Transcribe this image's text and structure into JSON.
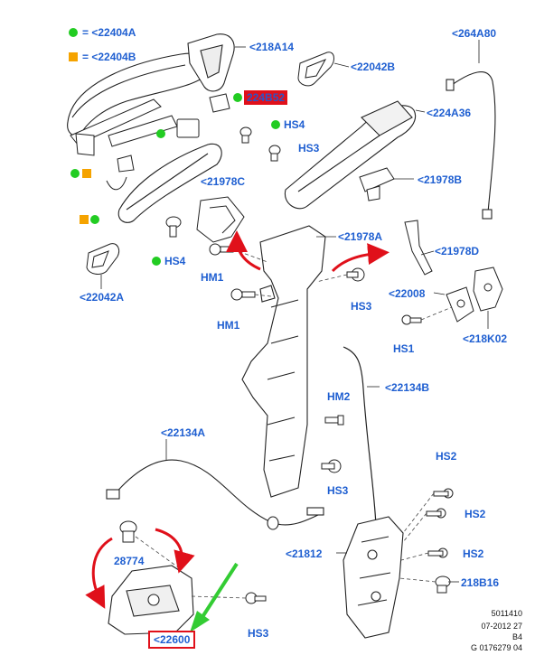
{
  "legend": {
    "green_label": "= <22404A",
    "orange_label": "= <22404B",
    "green_color": "#22cc22",
    "orange_color": "#f5a300"
  },
  "labels": {
    "l_218A14": "<218A14",
    "l_22042B": "<22042B",
    "l_264A80": "<264A80",
    "l_224B52": "224B52",
    "l_224A36": "<224A36",
    "l_HS4_top": "HS4",
    "l_HS3_top": "HS3",
    "l_21978C": "<21978C",
    "l_21978B": "<21978B",
    "l_HS4_left": "HS4",
    "l_21978A": "<21978A",
    "l_21978D": "<21978D",
    "l_22042A": "<22042A",
    "l_HM1_a": "HM1",
    "l_HM1_b": "HM1",
    "l_22008": "<22008",
    "l_HS3_mid": "HS3",
    "l_HS1": "HS1",
    "l_218K02": "<218K02",
    "l_22134B": "<22134B",
    "l_HM2": "HM2",
    "l_22134A": "<22134A",
    "l_HS3_low": "HS3",
    "l_HS2_a": "HS2",
    "l_HS2_b": "HS2",
    "l_HS2_c": "HS2",
    "l_28774": "28774",
    "l_21812": "<21812",
    "l_218B16": "218B16",
    "l_HS3_bottom": "HS3",
    "l_22600": "<22600"
  },
  "footer": {
    "line1": "5011410",
    "line2": "07-2012 27",
    "line3": "B4",
    "line4": "G 0176279 04"
  },
  "colors": {
    "label_blue": "#1f5fd1",
    "highlight_red": "#e0101a",
    "arrow_green": "#33cc33",
    "line_black": "#222222"
  }
}
